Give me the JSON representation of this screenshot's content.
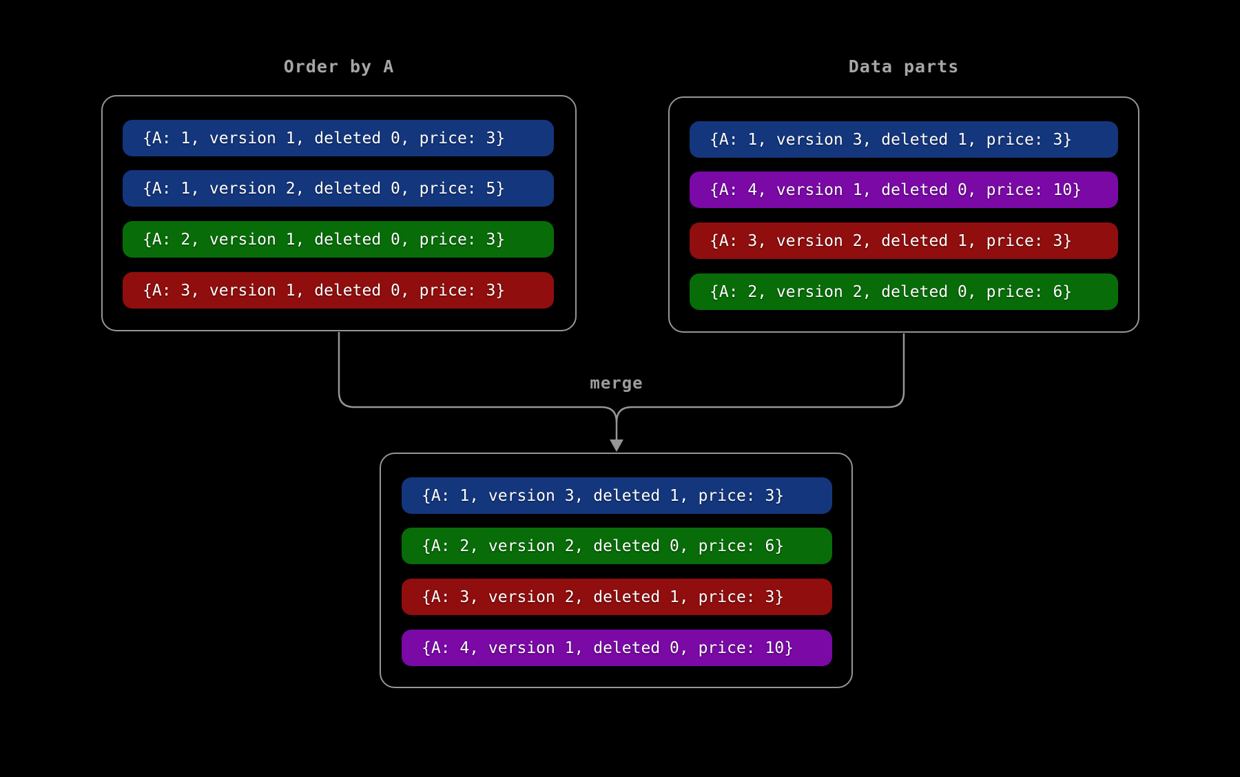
{
  "colors": {
    "background": "#000000",
    "panel_border": "#969696",
    "panel_title": "#a6a6a6",
    "merge_label_text": "#9c9c9c",
    "row_text": "#ffffff",
    "blue": "#14367d",
    "green": "#086d08",
    "red": "#900e0e",
    "purple": "#7a09a6"
  },
  "left_panel": {
    "title": "Order by A",
    "rows": [
      {
        "text": "{A: 1, version 1, deleted 0, price: 3}",
        "color": "#14367d"
      },
      {
        "text": "{A: 1, version 2, deleted 0, price: 5}",
        "color": "#14367d"
      },
      {
        "text": "{A: 2, version 1, deleted 0, price: 3}",
        "color": "#086d08"
      },
      {
        "text": "{A: 3, version 1, deleted 0, price: 3}",
        "color": "#900e0e"
      }
    ]
  },
  "right_panel": {
    "title": "Data parts",
    "rows": [
      {
        "text": "{A: 1, version 3, deleted 1, price: 3}",
        "color": "#14367d"
      },
      {
        "text": "{A: 4, version 1, deleted 0, price: 10}",
        "color": "#7a09a6"
      },
      {
        "text": "{A: 3, version 2, deleted 1, price: 3}",
        "color": "#900e0e"
      },
      {
        "text": "{A: 2, version 2, deleted 0, price: 6}",
        "color": "#086d08"
      }
    ]
  },
  "merged_panel": {
    "rows": [
      {
        "text": "{A: 1, version 3, deleted 1, price: 3}",
        "color": "#14367d"
      },
      {
        "text": "{A: 2, version 2, deleted 0, price: 6}",
        "color": "#086d08"
      },
      {
        "text": "{A: 3, version 2, deleted 1, price: 3}",
        "color": "#900e0e"
      },
      {
        "text": "{A: 4, version 1, deleted 0, price: 10}",
        "color": "#7a09a6"
      }
    ]
  },
  "connector": {
    "label": "merge"
  }
}
